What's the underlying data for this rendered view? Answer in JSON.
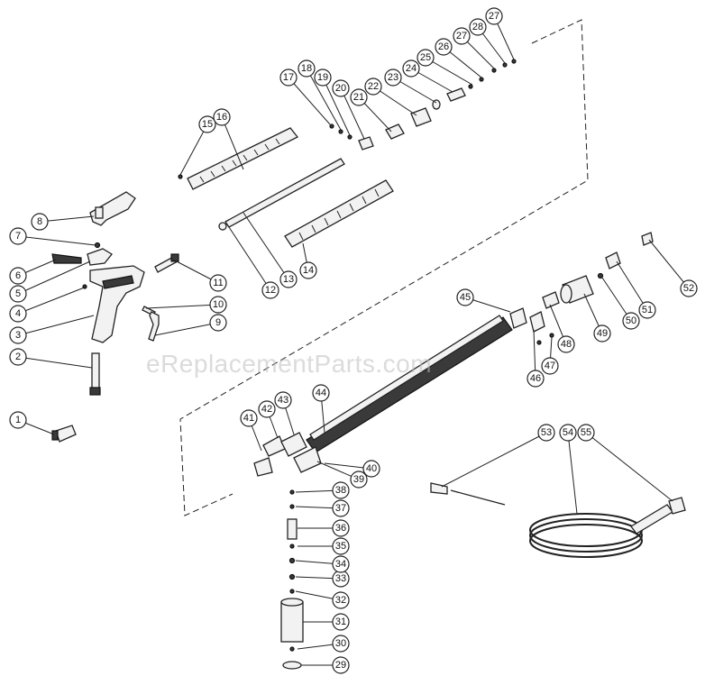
{
  "watermark": "eReplacementParts.com",
  "callouts": [
    "1",
    "2",
    "3",
    "4",
    "5",
    "6",
    "7",
    "8",
    "9",
    "10",
    "11",
    "12",
    "13",
    "14",
    "15",
    "16",
    "17",
    "18",
    "19",
    "20",
    "21",
    "22",
    "23",
    "24",
    "25",
    "26",
    "27",
    "27",
    "28",
    "29",
    "30",
    "31",
    "32",
    "33",
    "34",
    "35",
    "36",
    "37",
    "38",
    "39",
    "40",
    "41",
    "42",
    "43",
    "44",
    "45",
    "46",
    "47",
    "48",
    "49",
    "50",
    "51",
    "52",
    "53",
    "54",
    "55"
  ]
}
